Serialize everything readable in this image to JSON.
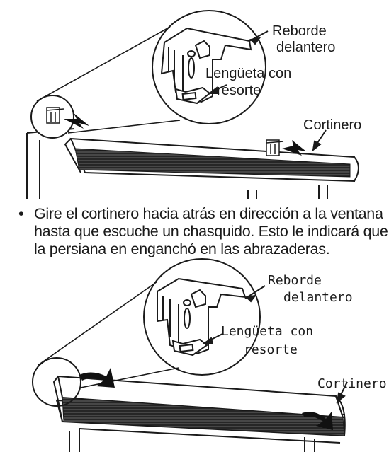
{
  "diagram_top": {
    "labels": {
      "front_lip": [
        "Reborde",
        "delantero"
      ],
      "spring_tab": [
        "Lengüeta con",
        "resorte"
      ],
      "valance": "Cortinero"
    }
  },
  "instruction": {
    "bullet": "•",
    "lines": [
      "Gire el cortinero hacia atrás en dirección a la ventana",
      "hasta que escuche un chasquido. Esto le indicará que",
      "la persiana en enganchó en las abrazaderas."
    ]
  },
  "diagram_bottom": {
    "labels": {
      "front_lip": [
        "Reborde",
        "delantero"
      ],
      "spring_tab": [
        "Lengüeta con",
        "resorte"
      ],
      "valance": "Cortinero"
    }
  }
}
